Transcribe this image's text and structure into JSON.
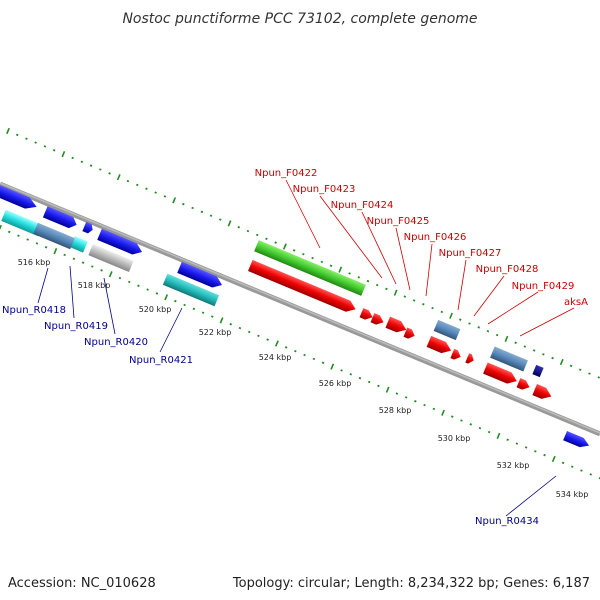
{
  "title": "Nostoc punctiforme PCC 73102, complete genome",
  "footer": {
    "accession": "Accession: NC_010628",
    "summary": "Topology: circular; Length: 8,234,322 bp; Genes: 6,187"
  },
  "colors": {
    "backbone": "#888888",
    "tick": "#228b22",
    "forward_label": "#cc0000",
    "reverse_label": "#00008b",
    "forward_gene": "#ee0000",
    "rrna_gene": "#44cc33",
    "reverse_gene": "#1a1aee",
    "pseudo_gene": "#5588bb",
    "trna_gene": "#22dddd",
    "misc_gene": "#bbbbbb",
    "small_gene": "#000088"
  },
  "scale_labels": [
    "516 kbp",
    "518 kbp",
    "520 kbp",
    "522 kbp",
    "524 kbp",
    "526 kbp",
    "528 kbp",
    "530 kbp",
    "532 kbp",
    "534 kbp"
  ],
  "forward_gene_labels": [
    "Npun_F0422",
    "Npun_F0423",
    "Npun_F0424",
    "Npun_F0425",
    "Npun_F0426",
    "Npun_F0427",
    "Npun_F0428",
    "Npun_F0429",
    "aksA"
  ],
  "reverse_gene_labels": [
    "Npun_R0418",
    "Npun_R0419",
    "Npun_R0420",
    "Npun_R0421",
    "Npun_R0434"
  ]
}
